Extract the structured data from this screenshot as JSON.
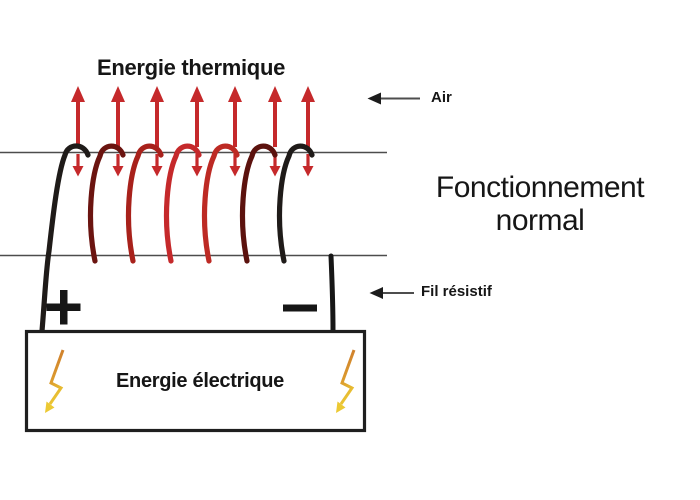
{
  "diagram": {
    "title": "Fonctionnement normal",
    "labels": {
      "thermal_energy": "Energie thermique",
      "air": "Air",
      "mode_title": "Fonctionnement normal",
      "resistive_wire": "Fil résistif",
      "electrical_energy": "Energie électrique",
      "positive_terminal": "+",
      "negative_terminal": "−"
    },
    "coil": {
      "turns": 7,
      "turn_colors": [
        "#1f1b19",
        "#6b1410",
        "#a8211b",
        "#c5292b",
        "#bd2a24",
        "#5c120e",
        "#1f1b19"
      ]
    },
    "colors": {
      "heat_arrow_red": "#c5292b",
      "support_line_gray": "#4d4d4d",
      "wire_black": "#161616",
      "annotation_arrow_black": "#1c1c1c",
      "battery_frame_black": "#1f1f1f",
      "battery_fill_white": "#ffffff",
      "bolt_orange": "#c8702b",
      "bolt_amber": "#d9952e",
      "bolt_yellow": "#ecc933",
      "text_black": "#161616"
    },
    "icons": {
      "thermal_arrows": "up-arrow-icon",
      "heat_arrows": "down-arrow-icon",
      "air_pointer": "left-arrow-icon",
      "wire_pointer": "left-arrow-icon",
      "electric_flash": "lightning-bolt-icon",
      "positive": "plus-terminal-icon",
      "negative": "minus-terminal-icon"
    }
  }
}
